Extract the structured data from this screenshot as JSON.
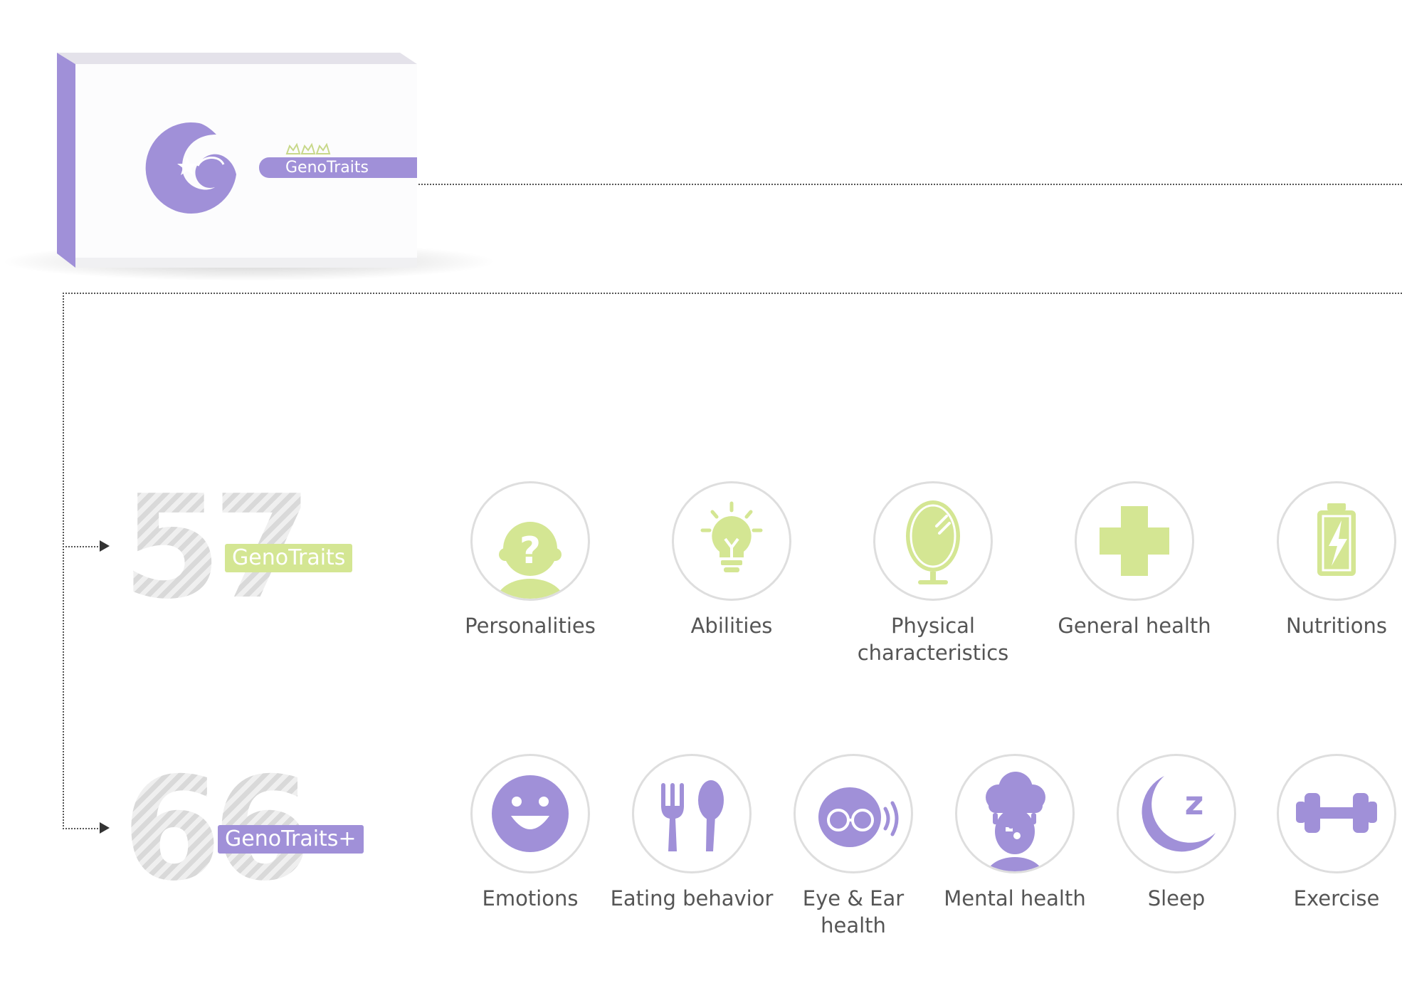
{
  "colors": {
    "green": "#d4e693",
    "purple": "#a090d8",
    "gray_text": "#555555",
    "circle_border": "#dedede"
  },
  "product": {
    "brand": "GenoTraits"
  },
  "tiers": [
    {
      "count": "57",
      "name": "GenoTraits",
      "color": "#d4e693",
      "categories": [
        {
          "label": "Personalities",
          "icon": "child-question-icon"
        },
        {
          "label": "Abilities",
          "icon": "lightbulb-icon"
        },
        {
          "label": "Physical characteristics",
          "icon": "mirror-icon"
        },
        {
          "label": "General health",
          "icon": "medical-cross-icon"
        },
        {
          "label": "Nutritions",
          "icon": "battery-bolt-icon"
        }
      ]
    },
    {
      "count": "66",
      "name": "GenoTraits+",
      "color": "#a090d8",
      "categories": [
        {
          "label": "Emotions",
          "icon": "smiley-icon"
        },
        {
          "label": "Eating behavior",
          "icon": "fork-spoon-icon"
        },
        {
          "label": "Eye & Ear health",
          "icon": "glasses-sound-icon"
        },
        {
          "label": "Mental health",
          "icon": "rain-cloud-head-icon"
        },
        {
          "label": "Sleep",
          "icon": "moon-zzz-icon"
        },
        {
          "label": "Exercise",
          "icon": "dumbbell-icon"
        }
      ]
    }
  ]
}
